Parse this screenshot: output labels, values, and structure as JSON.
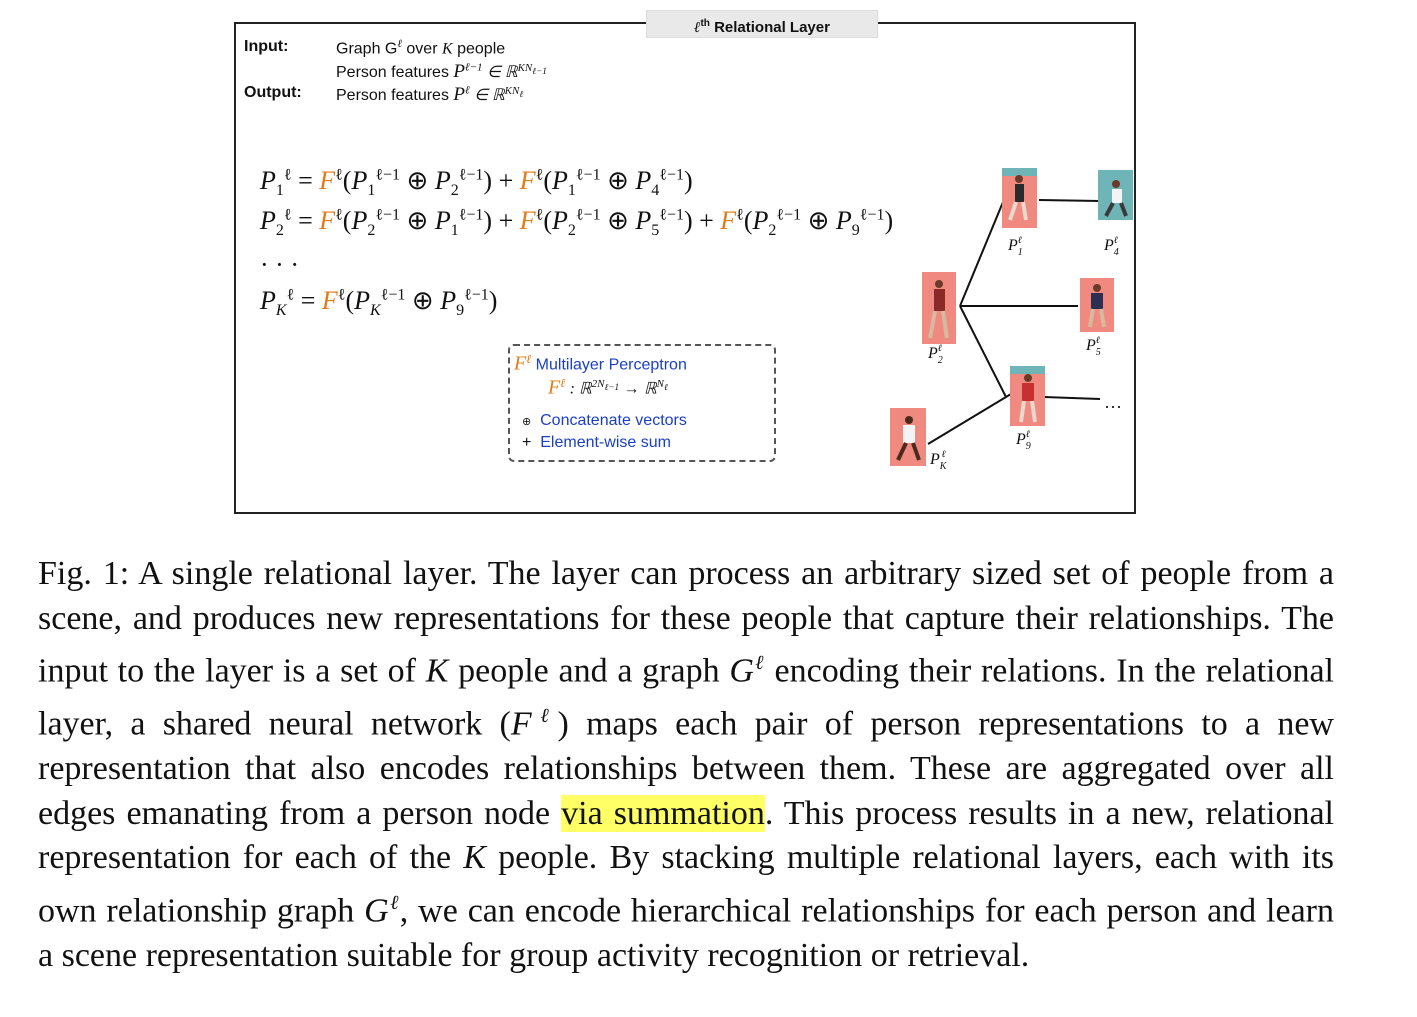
{
  "figure": {
    "title": "Relational Layer",
    "title_prefix": "ℓ",
    "title_sup": "th",
    "input_label": "Input:",
    "output_label": "Output:",
    "input_line1": "Graph G",
    "input_line1_tail": " over ",
    "input_line1_people": "people",
    "input_line2": "Person features ",
    "output_line": "Person features ",
    "legend": {
      "mlp_label": "Multilayer Perceptron",
      "concat_label": "Concatenate vectors",
      "sum_label": "Element-wise sum",
      "concat_symbol": "⊕",
      "sum_symbol": "+"
    },
    "ellipsis_eq": "· · ·",
    "ellipsis_graph": "···",
    "node_labels": [
      "P1",
      "P4",
      "P2",
      "P5",
      "P9",
      "PK"
    ]
  },
  "caption": {
    "fig_label": "Fig. 1:",
    "part1": " A single relational layer. The layer can process an arbitrary sized set of people from a scene, and produces new representations for these people that capture their relationships. The input to the layer is a set of ",
    "K1": "K",
    "part2": " people and a graph ",
    "G1": "G",
    "part3": " encoding their relations. In the relational layer, a shared neural network (",
    "F1": "F",
    "part4": ") maps each pair of person representations to a new representation that also encodes relationships between them. These are aggregated over all edges emanating from a person node ",
    "highlight": "via summation",
    "part5": ". This process results in a new, relational representation for each of the ",
    "K2": "K",
    "part6": " people. By stacking multiple relational layers, each with its own relationship graph ",
    "G2": "G",
    "part7": ", we can encode hierarchical relationships for each person and learn a scene representation suitable for group activity recognition or retrieval."
  },
  "colors": {
    "F": "#e07b1a",
    "legend_text": "#1a3fc4",
    "highlight": "#ffff66",
    "node_bg": "#f08a80"
  }
}
